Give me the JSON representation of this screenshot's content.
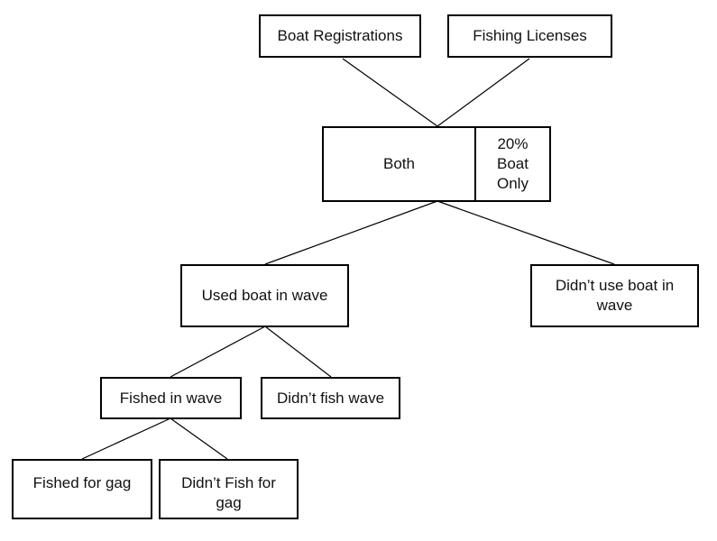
{
  "nodes": {
    "boat_registrations": "Boat Registrations",
    "fishing_licenses": "Fishing Licenses",
    "both": "Both",
    "boat_only": "20%\nBoat\nOnly",
    "used_boat_in_wave": "Used boat in wave",
    "didnt_use_boat_in_wave": "Didn’t use boat in wave",
    "fished_in_wave": "Fished in wave",
    "didnt_fish_wave": "Didn’t fish wave",
    "fished_for_gag": "Fished for gag",
    "didnt_fish_for_gag": "Didn’t Fish for gag"
  }
}
